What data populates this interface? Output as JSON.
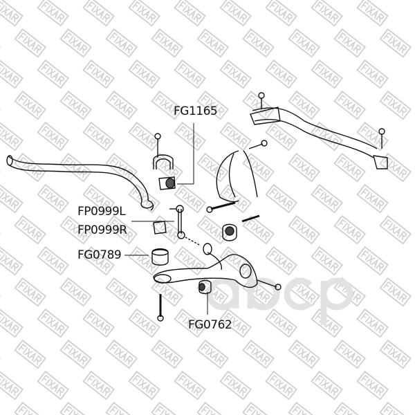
{
  "watermarks": {
    "brand": "FIXAR",
    "secondary": "abcp"
  },
  "callouts": [
    {
      "id": "FG1165",
      "label": "FG1165"
    },
    {
      "id": "FP0999L",
      "label": "FP0999L"
    },
    {
      "id": "FP0999R",
      "label": "FP0999R"
    },
    {
      "id": "FG0789",
      "label": "FG0789"
    },
    {
      "id": "FG0762",
      "label": "FG0762"
    }
  ],
  "colors": {
    "line": "#111111",
    "watermark": "#cccccc"
  }
}
